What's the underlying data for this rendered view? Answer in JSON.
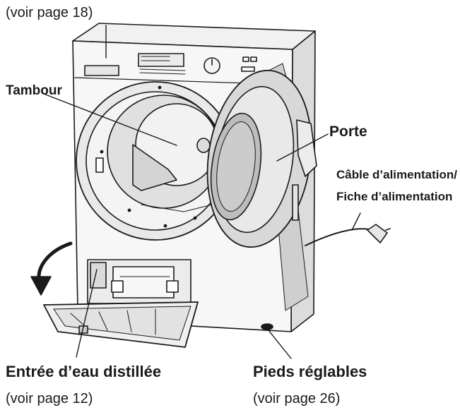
{
  "labels": {
    "top_ref": "(voir page 18)",
    "drum": "Tambour",
    "door": "Porte",
    "power_cable_line1": "Câble d’alimentation/",
    "power_cable_line2": "Fiche d’alimentation",
    "water_inlet": "Entrée d’eau distillée",
    "water_inlet_ref": "(voir page 12)",
    "feet": "Pieds réglables",
    "feet_ref": "(voir page 26)"
  }
}
